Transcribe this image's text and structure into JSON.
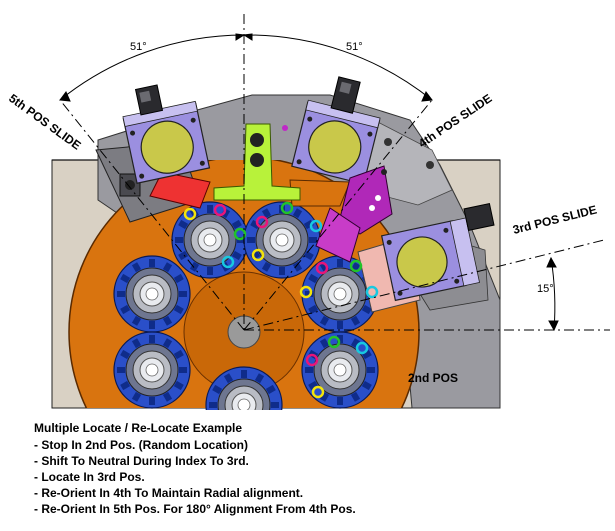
{
  "labels": {
    "pos5": "5th POS SLIDE",
    "pos4": "4th POS SLIDE",
    "pos3": "3rd POS SLIDE",
    "pos2": "2nd POS"
  },
  "angles": {
    "left": "51°",
    "right": "51°",
    "small": "15°"
  },
  "caption": {
    "title": "Multiple Locate / Re-Locate Example",
    "items": [
      "- Stop In 2nd Pos. (Random Location)",
      "- Shift To Neutral During Index To 3rd.",
      "- Locate In 3rd Pos.",
      "- Re-Orient In 4th To Maintain Radial alignment.",
      "- Re-Orient In 5th Pos. For 180° Alignment From 4th Pos."
    ]
  },
  "colors": {
    "plate": "#d8d0c3",
    "turret": "#d9740f",
    "spindle_ring": "#2a4fc9",
    "slide_body": "#8f8f93",
    "window": "#9b8fe0",
    "lens": "#c9c84a",
    "yoke": "#b8f23a",
    "magenta_block": "#b028b8",
    "red_block": "#ee3232"
  }
}
